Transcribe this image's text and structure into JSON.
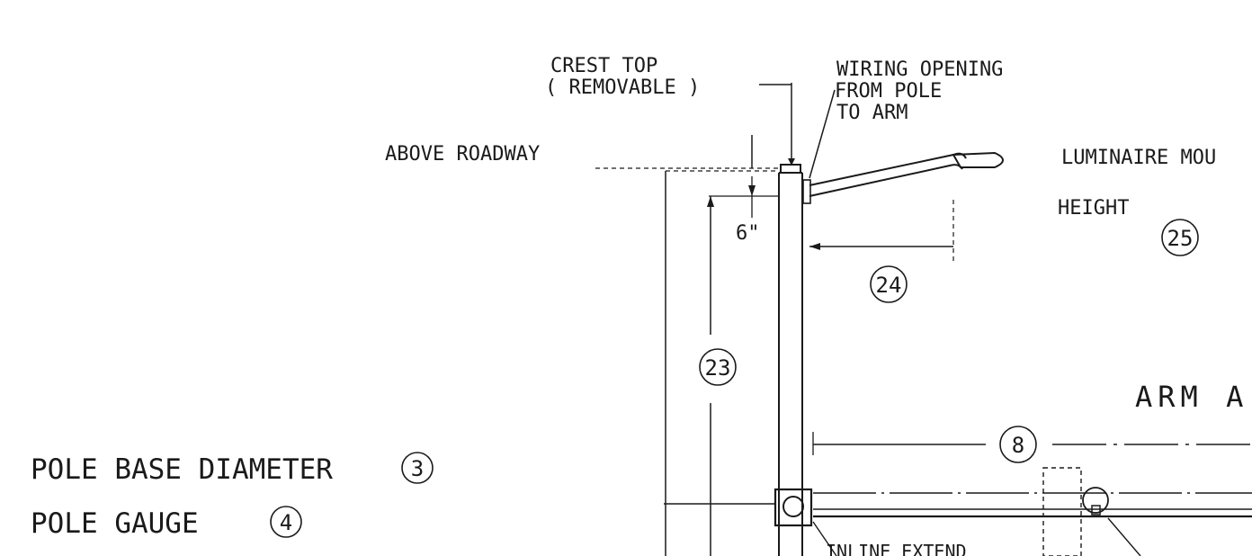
{
  "labels": {
    "crest_top_line1": "CREST TOP",
    "crest_top_line2": "( REMOVABLE )",
    "wiring_line1": "WIRING OPENING",
    "wiring_line2": "FROM POLE",
    "wiring_line3": "TO ARM",
    "above_roadway": "ABOVE ROADWAY",
    "luminaire_mount": "LUMINAIRE MOU",
    "height": "HEIGHT",
    "six_inch": "6\"",
    "arm_a": "ARM A",
    "pole_base_diameter": "POLE BASE DIAMETER",
    "pole_gauge": "POLE GAUGE",
    "bottom_partial": "INLINE EXTEND"
  },
  "callouts": {
    "c3": "3",
    "c4": "4",
    "c8": "8",
    "c23": "23",
    "c24": "24",
    "c25": "25"
  }
}
